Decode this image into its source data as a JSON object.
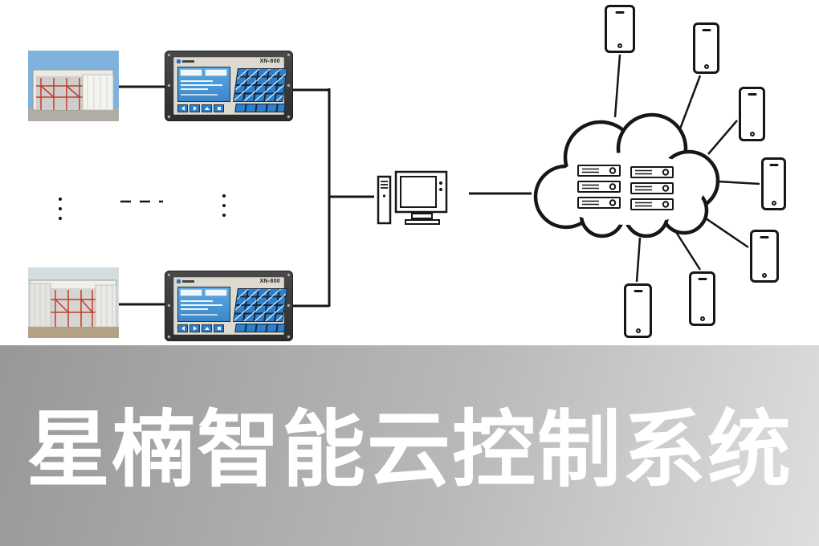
{
  "banner": {
    "title": "星楠智能云控制系统"
  },
  "controllers": [
    {
      "model": "XN-800"
    },
    {
      "model": "XN-800"
    }
  ],
  "icons": {
    "computer": "desktop-pc-icon",
    "cloud": "cloud-icon",
    "server": "server-rack-icon",
    "phone": "smartphone-icon",
    "building": "curing-room-photo"
  },
  "colors": {
    "screen_blue": "#4ea0e0",
    "keypad_blue": "#2f7ec9",
    "scaffold_red": "#c23b2a",
    "sky_blue": "#7fb2dc",
    "connector_black": "#161616",
    "banner_gradient_from": "#989898",
    "banner_gradient_to": "#dedede",
    "title_text": "#ffffff"
  }
}
